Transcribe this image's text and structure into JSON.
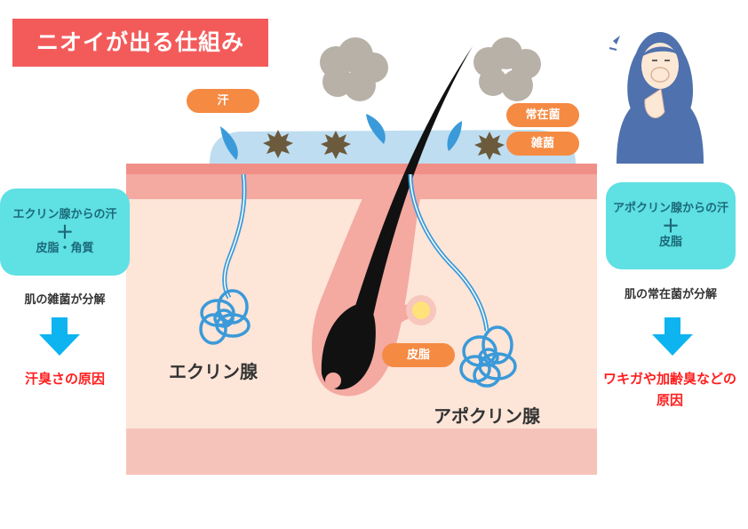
{
  "title": "ニオイが出る仕組み",
  "labels": {
    "sweat": "汗",
    "resident_bacteria": "常在菌",
    "misc_bacteria": "雑菌",
    "sebum": "皮脂",
    "eccrine_gland": "エクリン腺",
    "apocrine_gland": "アポクリン腺"
  },
  "left_panel": {
    "box_line1": "エクリン腺からの汗",
    "box_plus": "＋",
    "box_line2": "皮脂・角質",
    "process": "肌の雑菌が分解",
    "result": "汗臭さの原因"
  },
  "right_panel": {
    "box_line1": "アポクリン腺からの汗",
    "box_plus": "＋",
    "box_line2": "皮脂",
    "process": "肌の常在菌が分解",
    "result_line1": "ワキガや加齢臭などの",
    "result_line2": "原因"
  },
  "colors": {
    "title_bg": "#f35b5b",
    "pill_bg": "#f58a43",
    "box_bg": "#5fe0e3",
    "arrow": "#0db4f0",
    "result_text": "#ff1e1e",
    "skin_outer": "#f4a9a1",
    "skin_inner": "#fde5d8",
    "sweat_blue": "#3b9ad9"
  }
}
